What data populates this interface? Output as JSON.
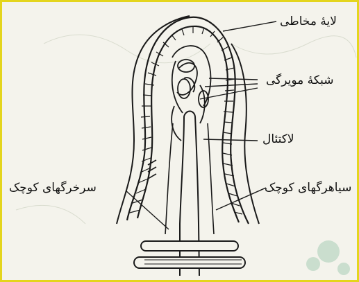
{
  "labels": {
    "mucosa": "لایهٔ مخاطی",
    "capillary_network": "شبکهٔ مویرگی",
    "lacteal": "لاکتئال",
    "small_veins": "سیاهرگهای کوچک",
    "small_arteries": "سرخرگهای کوچک"
  },
  "colors": {
    "frame": "#e4d51d",
    "ink": "#1a1a1a",
    "background": "#f4f3ec"
  }
}
